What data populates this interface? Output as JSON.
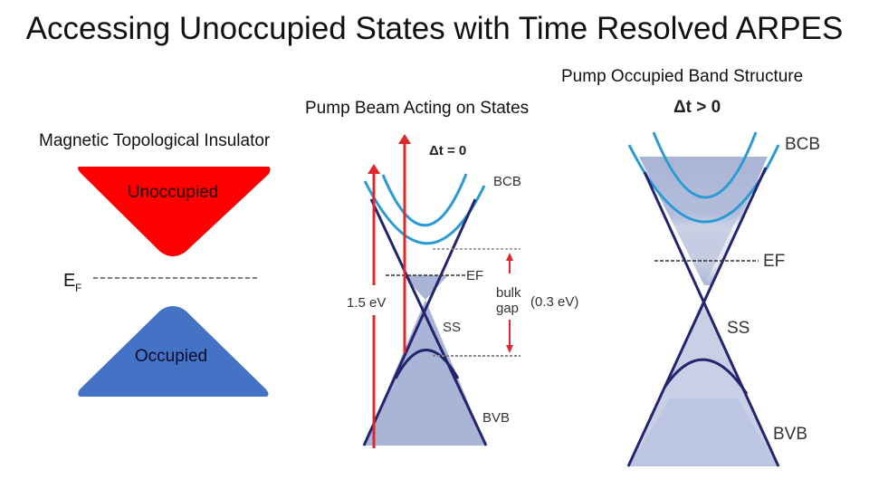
{
  "title": "Accessing Unoccupied States with Time Resolved ARPES",
  "captions": {
    "left": "Magnetic Topological Insulator",
    "middle": "Pump Beam Acting on States",
    "right": "Pump Occupied Band Structure"
  },
  "left_diagram": {
    "upper_label": "Unoccupied",
    "lower_label": "Occupied",
    "fermi_label": "E",
    "fermi_sub": "F",
    "colors": {
      "unoccupied": "#ff0000",
      "occupied": "#4472c4",
      "fermi_line": "#808080"
    }
  },
  "middle_diagram": {
    "delay": "Δt = 0",
    "bcb": "BCB",
    "ef": "EF",
    "ss": "SS",
    "bvb": "BVB",
    "pump_energy": "1.5 eV",
    "gap_label_1": "bulk",
    "gap_label_2": "gap",
    "gap_value": "(0.3 eV)",
    "colors": {
      "arrow": "#e0282a",
      "bcb": "#2a9ad6",
      "cone": "#24246e",
      "fill": "#a9b5d6"
    }
  },
  "right_diagram": {
    "delay": "Δt > 0",
    "bcb": "BCB",
    "ef": "EF",
    "ss": "SS",
    "bvb": "BVB"
  }
}
